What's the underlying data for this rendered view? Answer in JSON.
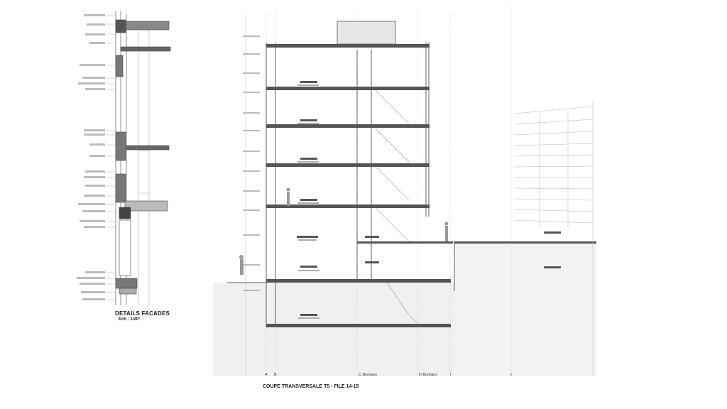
{
  "titles": {
    "details": "DETAILS FACADES",
    "details_scale": "Ech : 1/20°",
    "section": "COUPE TRANSVERSALE T5 - FILE 14-15"
  },
  "grid_axes": {
    "a": "A",
    "b": "B",
    "c": "C Bureaux",
    "d": "D Bureaux",
    "i": "I",
    "j": "J"
  },
  "colors": {
    "line": "#3a3a3a",
    "light_line": "#9a9a9a",
    "ground": "#ececec",
    "hatch": "#777777"
  }
}
